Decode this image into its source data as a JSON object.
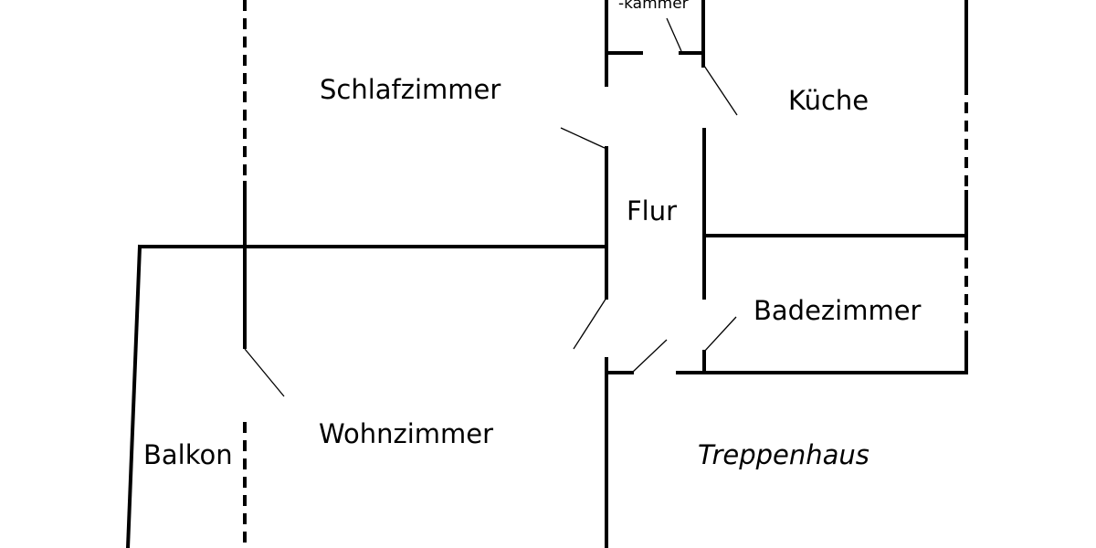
{
  "rooms": {
    "storage_partial": "-kammer",
    "bedroom": "Schlafzimmer",
    "kitchen": "Küche",
    "hallway": "Flur",
    "bathroom": "Badezimmer",
    "living_room": "Wohnzimmer",
    "balcony": "Balkon",
    "stairwell": "Treppenhaus"
  },
  "colors": {
    "wall": "#000000",
    "background": "#ffffff"
  }
}
